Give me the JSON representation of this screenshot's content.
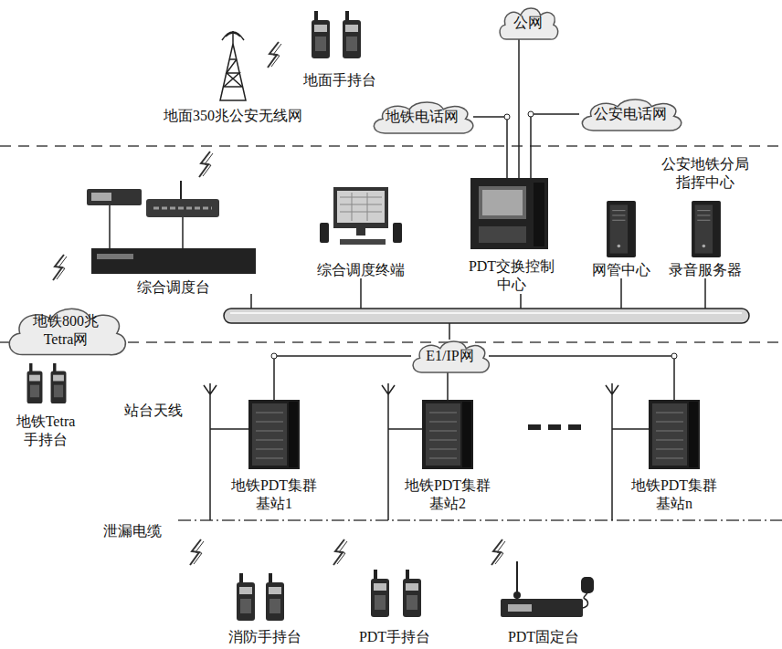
{
  "diagram": {
    "nodes": [
      {
        "text": [
          "公网"
        ]
      },
      {
        "text": [
          "地铁电话网"
        ]
      },
      {
        "text": [
          "公安电话网"
        ]
      },
      {
        "text": [
          "综合调度台"
        ]
      },
      {
        "text": [
          "综合调度终端"
        ]
      },
      {
        "text": [
          "PDT交换控制 中心"
        ]
      },
      {
        "text": [
          "网管中心"
        ]
      },
      {
        "text": [
          "录音服务器"
        ]
      },
      {
        "text": [
          "地铁800兆 Tetra网"
        ]
      },
      {
        "text": [
          "E1/IP网"
        ]
      },
      {
        "text": [
          "地铁PDT集群 基站1"
        ]
      },
      {
        "text": [
          "地铁PDT集群 基站2"
        ]
      },
      {
        "text": [
          "地铁PDT集群 基站n"
        ]
      }
    ],
    "edges": [
      {
        "from": 1,
        "to": 5,
        "arrow": "none"
      },
      {
        "from": 0,
        "to": 5,
        "arrow": "none"
      },
      {
        "from": 2,
        "to": 5,
        "arrow": "none"
      },
      {
        "from": 9,
        "to": 10,
        "arrow": "none"
      },
      {
        "from": 9,
        "to": 11,
        "arrow": "none"
      },
      {
        "from": 9,
        "to": 12,
        "arrow": "none"
      }
    ],
    "labels": [
      "地面手持台",
      "地面350兆公安无线网",
      "公安地铁分局 指挥中心",
      "地铁Tetra 手持台",
      "站台天线",
      "泄漏电缆",
      "消防手持台",
      "PDT手持台",
      "PDT固定台"
    ]
  }
}
